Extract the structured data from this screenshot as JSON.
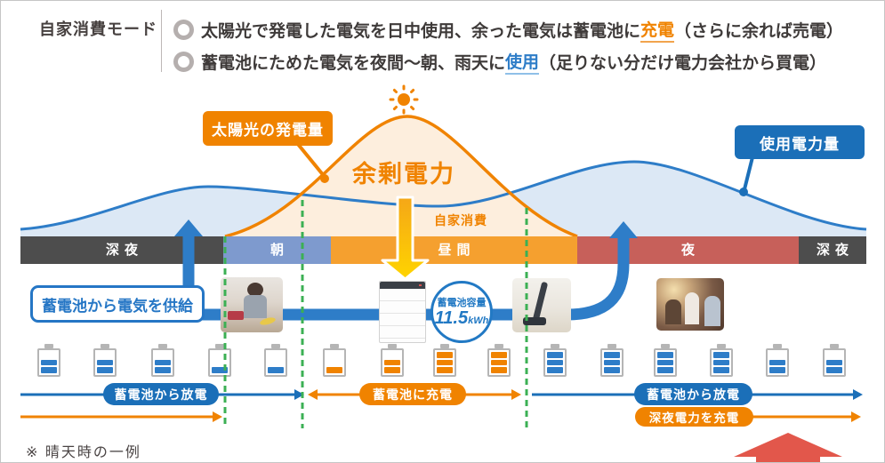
{
  "header": {
    "title": "自家消費モード",
    "bullets": [
      {
        "pre": "太陽光で発電した電気を日中使用、余った電気は蓄電池に",
        "highlight": "充電",
        "post": "（さらに余れば売電）"
      },
      {
        "pre": "蓄電池にためた電気を夜間～朝、雨天に",
        "highlight": "使用",
        "post": "（足りない分だけ電力会社から買電）"
      }
    ]
  },
  "chart": {
    "callout_solar": "太陽光の発電量",
    "callout_usage": "使用電力量",
    "surplus_label": "余剰電力",
    "self_consumption_label": "自家消費",
    "supply_box_label": "蓄電池から電気を供給",
    "capacity_title": "蓄電池容量",
    "capacity_value": "11.5",
    "capacity_unit": "kWh",
    "timebar": [
      {
        "label": "深夜",
        "color": "#4d4d4d"
      },
      {
        "label": "朝",
        "color": "#7e9ace"
      },
      {
        "label": "昼間",
        "color": "#f5a02f"
      },
      {
        "label": "夜",
        "color": "#c7605a"
      },
      {
        "label": "深夜",
        "color": "#4d4d4d"
      }
    ]
  },
  "flow_arrows": {
    "discharge_left": "蓄電池から放電",
    "charge_day": "蓄電池に充電",
    "discharge_right": "蓄電池から放電",
    "charge_night": "深夜電力を充電"
  },
  "batteries": {
    "blue": "#2e7dc8",
    "orange": "#f08300",
    "cells": [
      {
        "x": 54,
        "level": 2,
        "color": "blue"
      },
      {
        "x": 117,
        "level": 2,
        "color": "blue"
      },
      {
        "x": 182,
        "level": 2,
        "color": "blue"
      },
      {
        "x": 246,
        "level": 1,
        "color": "blue"
      },
      {
        "x": 309,
        "level": 1,
        "color": "blue"
      },
      {
        "x": 375,
        "level": 1,
        "color": "orange"
      },
      {
        "x": 440,
        "level": 2,
        "color": "orange"
      },
      {
        "x": 499,
        "level": 3,
        "color": "orange"
      },
      {
        "x": 560,
        "level": 3,
        "color": "orange"
      },
      {
        "x": 623,
        "level": 3,
        "color": "blue"
      },
      {
        "x": 687,
        "level": 3,
        "color": "blue"
      },
      {
        "x": 747,
        "level": 3,
        "color": "blue"
      },
      {
        "x": 810,
        "level": 3,
        "color": "blue"
      },
      {
        "x": 873,
        "level": 2,
        "color": "blue"
      },
      {
        "x": 937,
        "level": 2,
        "color": "blue"
      }
    ]
  },
  "footnote": "※ 晴天時の一例",
  "colors": {
    "orange": "#f08300",
    "blue_line": "#2e7dc8",
    "pill_blue": "#1b6fb8",
    "usage_fill": "#dce8f5",
    "solar_fill": "#fdeedd",
    "green_dashed": "#3cb054",
    "yellow_arrow_top": "#f5a717",
    "yellow_arrow_bottom": "#ffd400",
    "red_arrow": "#e2574b"
  },
  "chart_data": {
    "type": "area",
    "note": "qualitative day-profile curves, x = hour of day (0-24), y = relative power 0-1",
    "series": [
      {
        "name": "使用電力量",
        "color": "#2e7dc8",
        "points": [
          [
            0,
            0.08
          ],
          [
            5.1,
            0.55
          ],
          [
            11.3,
            0.33
          ],
          [
            16.6,
            0.82
          ],
          [
            21.2,
            0.45
          ],
          [
            24,
            0.08
          ]
        ]
      },
      {
        "name": "太陽光の発電量",
        "color": "#f08300",
        "points": [
          [
            5.5,
            0
          ],
          [
            10.5,
            1.0
          ],
          [
            15.1,
            0
          ]
        ]
      }
    ],
    "annotations": [
      "余剰電力",
      "自家消費"
    ],
    "x_phases": [
      "深夜",
      "朝",
      "昼間",
      "夜",
      "深夜"
    ]
  }
}
